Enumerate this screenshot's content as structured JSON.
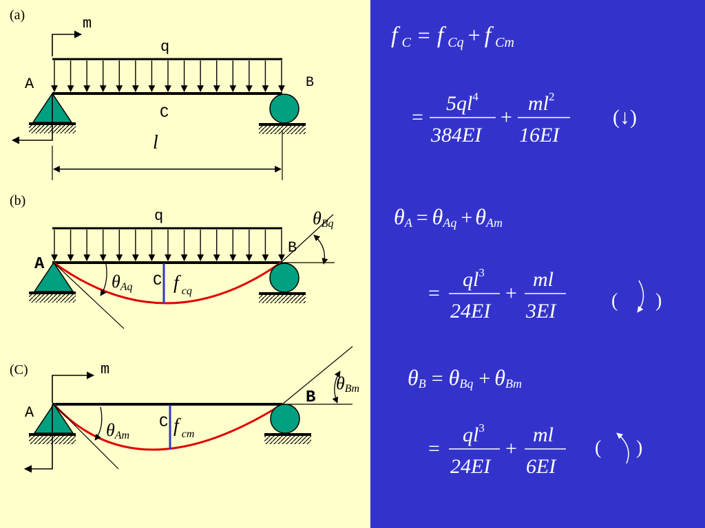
{
  "colors": {
    "left_bg": "#FFFFCC",
    "right_bg": "#3333CC",
    "support": "#00A080",
    "deflection_curve": "#E00000",
    "deflection_marker": "#3333CC",
    "formula_text": "#FFFFFF"
  },
  "diagram": {
    "a": {
      "label": "(a)",
      "moment": "m",
      "load": "q",
      "point_a": "A",
      "point_b": "B",
      "point_c": "C",
      "span": "l"
    },
    "b": {
      "label": "(b)",
      "load": "q",
      "point_a": "A",
      "point_b": "B",
      "point_c": "C",
      "theta_aq": {
        "sym": "θ",
        "sub": "Aq"
      },
      "theta_bq": {
        "sym": "θ",
        "sub": "Bq"
      },
      "f_cq": {
        "sym": "f",
        "sub": "cq"
      }
    },
    "c": {
      "label": "(C)",
      "moment": "m",
      "point_a": "A",
      "point_b": "B",
      "point_c": "C",
      "theta_am": {
        "sym": "θ",
        "sub": "Am"
      },
      "theta_bm": {
        "sym": "θ",
        "sub": "Bm"
      },
      "f_cm": {
        "sym": "f",
        "sub": "cm"
      }
    }
  },
  "formulas": {
    "fc": {
      "lhs": {
        "sym": "f",
        "sub": "C"
      },
      "t1": {
        "sym": "f",
        "sub": "Cq"
      },
      "t2": {
        "sym": "f",
        "sub": "Cm"
      },
      "n1": "5ql",
      "n1_exp": "4",
      "d1": "384EI",
      "n2": "ml",
      "n2_exp": "2",
      "d2": "16EI",
      "direction": "(↓)"
    },
    "theta_a": {
      "lhs": {
        "sym": "θ",
        "sub": "A"
      },
      "t1": {
        "sym": "θ",
        "sub": "Aq"
      },
      "t2": {
        "sym": "θ",
        "sub": "Am"
      },
      "n1": "ql",
      "n1_exp": "3",
      "d1": "24EI",
      "n2": "ml",
      "d2": "3EI",
      "paren_open": "(",
      "paren_close": ")"
    },
    "theta_b": {
      "lhs": {
        "sym": "θ",
        "sub": "B"
      },
      "t1": {
        "sym": "θ",
        "sub": "Bq"
      },
      "t2": {
        "sym": "θ",
        "sub": "Bm"
      },
      "n1": "ql",
      "n1_exp": "3",
      "d1": "24EI",
      "n2": "ml",
      "d2": "6EI",
      "paren_open": "(",
      "paren_close": ")"
    },
    "ops": {
      "eq": "=",
      "plus": "+"
    }
  }
}
